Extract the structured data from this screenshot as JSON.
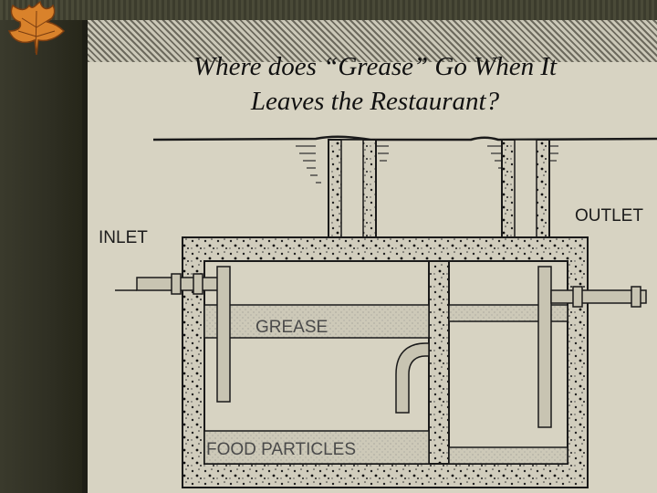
{
  "slide": {
    "title_line1": "Where does “Grease” Go When It",
    "title_line2": "Leaves the Restaurant?"
  },
  "labels": {
    "inlet": "INLET",
    "outlet": "OUTLET",
    "grease": "GREASE",
    "food": "FOOD PARTICLES"
  },
  "colors": {
    "slide_bg": "#d7d3c2",
    "concrete": "#cfcbbb",
    "outline": "#1a1a1a",
    "leaf": "#d9822b"
  }
}
